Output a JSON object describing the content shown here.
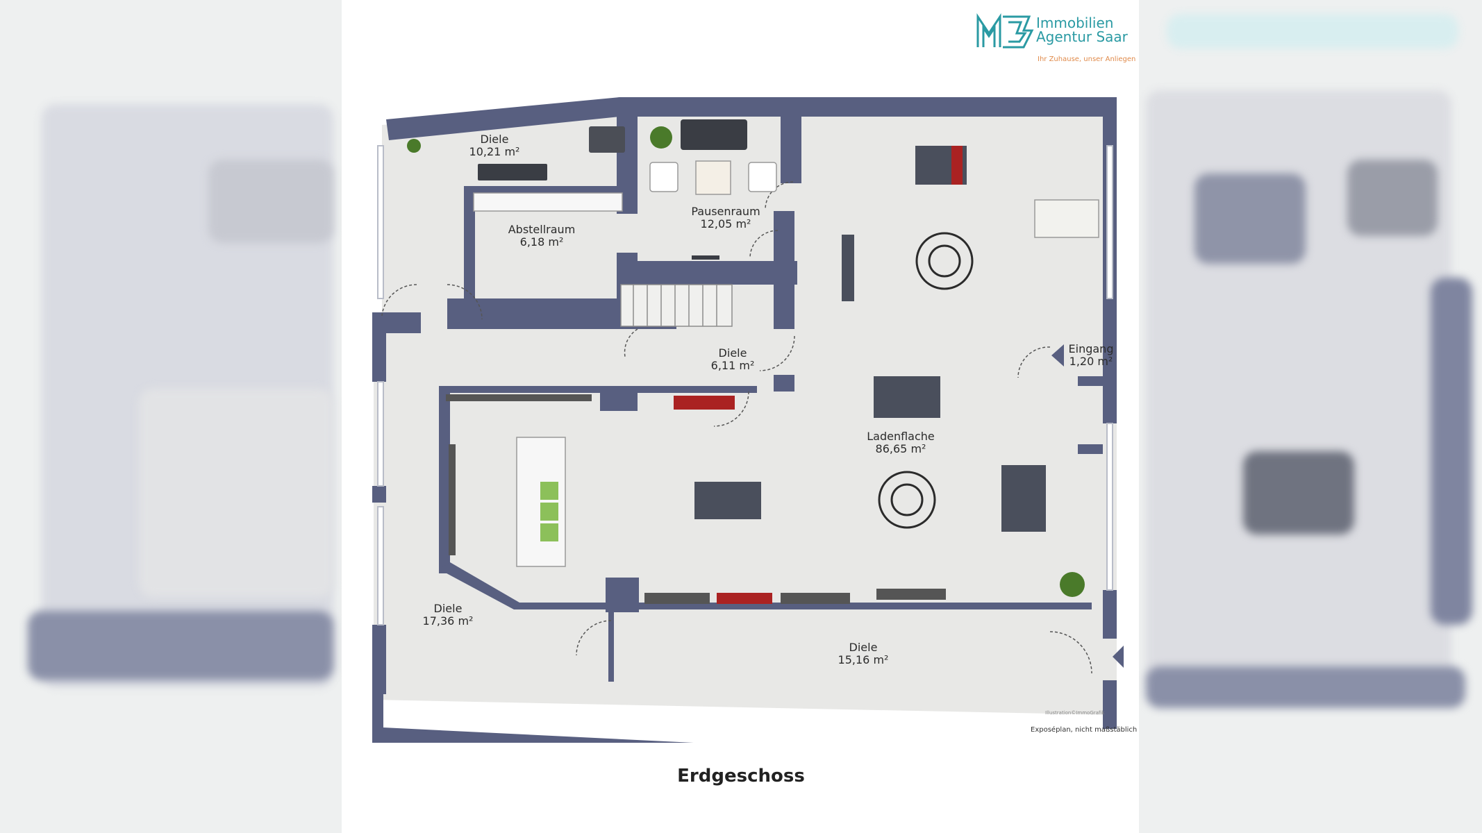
{
  "brand": {
    "line1": "Immobilien",
    "line2": "Agentur Saar",
    "tagline": "Ihr Zuhause, unser Anliegen",
    "color": "#2a9aa3",
    "tag_color": "#e08a4a"
  },
  "colors": {
    "wall": "#585f80",
    "floor": "#e8e8e6"
  },
  "rooms": [
    {
      "name": "Diele",
      "area": "10,21 m²"
    },
    {
      "name": "Abstellraum",
      "area": "6,18 m²"
    },
    {
      "name": "Pausenraum",
      "area": "12,05 m²"
    },
    {
      "name": "Diele",
      "area": "6,11 m²"
    },
    {
      "name": "Eingang",
      "area": "1,20 m²"
    },
    {
      "name": "Ladenflache",
      "area": "86,65 m²"
    },
    {
      "name": "Diele",
      "area": "17,36 m²"
    },
    {
      "name": "Diele",
      "area": "15,16 m²"
    }
  ],
  "note": "Exposéplan, nicht maßstäblich",
  "credit": "Illustration©ImmoGrafik",
  "caption": "Erdgeschoss"
}
